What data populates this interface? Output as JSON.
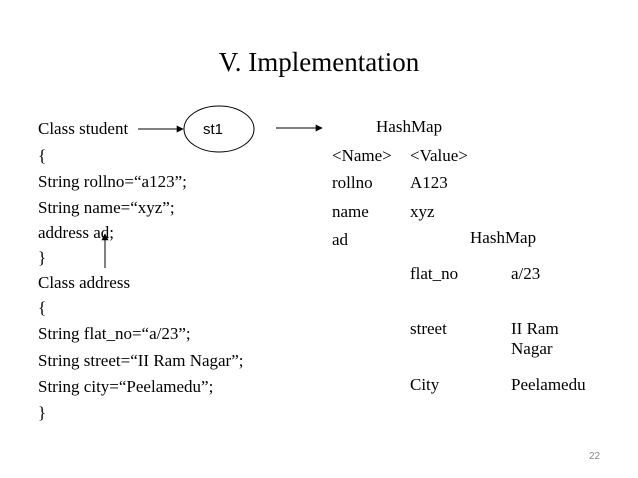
{
  "title": "V. Implementation",
  "code": {
    "lines": [
      "Class student",
      "{",
      "String rollno=“a123”;",
      "String name=“xyz”;",
      "address ad;",
      "}",
      "Class address",
      "{",
      "String flat_no=“a/23”;",
      "String street=“II Ram Nagar”;",
      "String city=“Peelamedu”;",
      "}"
    ]
  },
  "object_label": "st1",
  "outer_map": {
    "title": "HashMap",
    "header_name": "<Name>",
    "header_value": "<Value>",
    "rows": [
      {
        "name": "rollno",
        "value": "A123"
      },
      {
        "name": "name",
        "value": "xyz"
      },
      {
        "name": "ad"
      }
    ]
  },
  "inner_map": {
    "title": "HashMap",
    "rows": [
      {
        "name": "flat_no",
        "value": "a/23"
      },
      {
        "name": "street",
        "value_lines": [
          "II Ram",
          "Nagar"
        ]
      },
      {
        "name": "City",
        "value": "Peelamedu"
      }
    ]
  },
  "page_number": "22"
}
